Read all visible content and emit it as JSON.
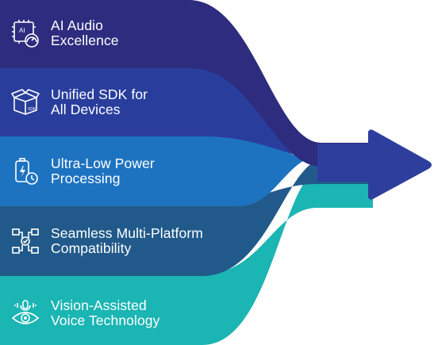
{
  "diagram": {
    "items": [
      {
        "label_line1": "AI Audio",
        "label_line2": "Excellence",
        "icon": "ai-chip-speed-icon",
        "color": "#2D2C7E",
        "chip_text": "AI"
      },
      {
        "label_line1": "Unified SDK for",
        "label_line2": "All Devices",
        "icon": "sdk-box-icon",
        "color": "#293E9C",
        "box_text": "SDK"
      },
      {
        "label_line1": "Ultra-Low Power",
        "label_line2": "Processing",
        "icon": "battery-clock-icon",
        "color": "#1E73C0"
      },
      {
        "label_line1": "Seamless Multi-Platform",
        "label_line2": "Compatibility",
        "icon": "network-nodes-icon",
        "color": "#215A8A"
      },
      {
        "label_line1": "Vision-Assisted",
        "label_line2": "Voice Technology",
        "icon": "eye-voice-icon",
        "color": "#1BB5B3"
      }
    ],
    "arrow_color": "#2D3E9C"
  }
}
